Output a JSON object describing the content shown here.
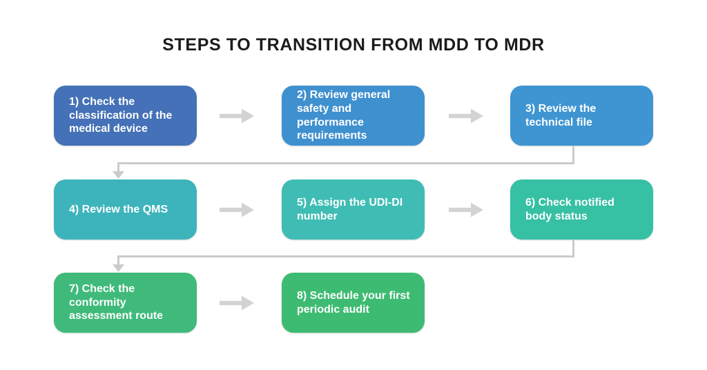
{
  "title": "STEPS TO TRANSITION FROM MDD TO MDR",
  "steps": [
    {
      "label": "1) Check the classification of the medical device",
      "color": "#4471B7"
    },
    {
      "label": "2) Review general safety and performance requirements",
      "color": "#3F90CF"
    },
    {
      "label": "3) Review the technical file",
      "color": "#3F95D2"
    },
    {
      "label": "4) Review the QMS",
      "color": "#3DB4BB"
    },
    {
      "label": "5) Assign the UDI-DI number",
      "color": "#3FBDB4"
    },
    {
      "label": "6) Check notified body status",
      "color": "#36C0A4"
    },
    {
      "label": "7) Check the conformity assessment route",
      "color": "#3FBA7A"
    },
    {
      "label": "8) Schedule your first periodic audit",
      "color": "#3EBB72"
    }
  ],
  "colors": {
    "background": "#FFFFFF",
    "title_text": "#1B1B1B",
    "step_text": "#FFFFFF",
    "arrow": "#D3D3D3",
    "connector": "#CBCBCB"
  }
}
